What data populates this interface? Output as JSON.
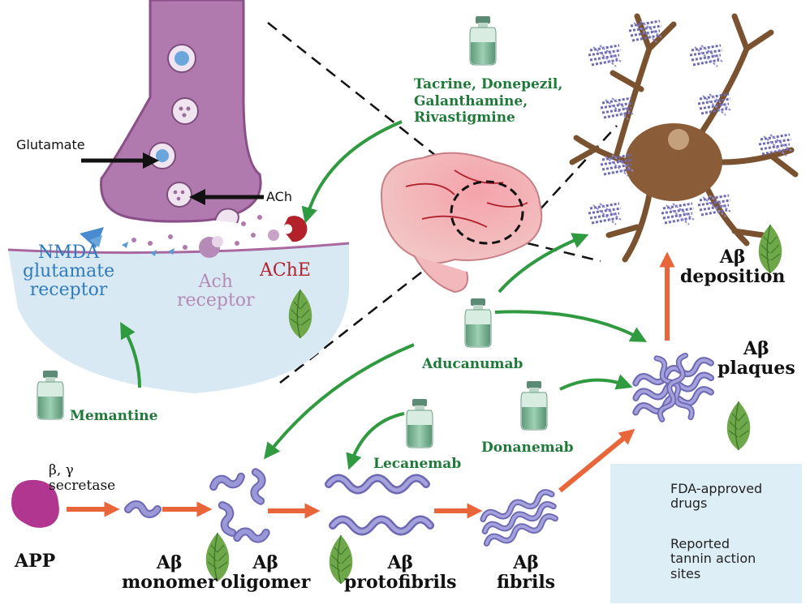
{
  "synapse": {
    "glutamate": "Glutamate",
    "ach": "ACh",
    "nmda_line1": "NMDA",
    "nmda_line2": "glutamate",
    "nmda_line3": "receptor",
    "ach_receptor_line1": "Ach",
    "ach_receptor_line2": "receptor",
    "ache": "AChE"
  },
  "drugs": {
    "ache_inhibitors_line1": "Tacrine, Donepezil,",
    "ache_inhibitors_line2": "Galanthamine,",
    "ache_inhibitors_line3": "Rivastigmine",
    "memantine": "Memantine",
    "aducanumab": "Aducanumab",
    "lecanemab": "Lecanemab",
    "donanemab": "Donanemab"
  },
  "pathway": {
    "secretase_line1": "β, γ",
    "secretase_line2": "secretase",
    "app": "APP",
    "monomer_line1": "Aβ",
    "monomer_line2": "monomer",
    "oligomer_line1": "Aβ",
    "oligomer_line2": "oligomer",
    "protofibrils_line1": "Aβ",
    "protofibrils_line2": "protofibrils",
    "fibrils_line1": "Aβ",
    "fibrils_line2": "fibrils",
    "plaques_line1": "Aβ",
    "plaques_line2": "plaques",
    "deposition_line1": "Aβ",
    "deposition_line2": "deposition"
  },
  "legend": {
    "fda_line1": "FDA-approved",
    "fda_line2": "drugs",
    "tannin_line1": "Reported",
    "tannin_line2": "tannin action",
    "tannin_line3": "sites"
  },
  "colors": {
    "drug_text": "#1f7a3a",
    "neuron_terminal": "#b07aae",
    "postsynaptic": "#d9e9f3",
    "nmda_text": "#2e7bbf",
    "ach_receptor_text": "#b58ab6",
    "ache_text": "#b3222b",
    "abeta": "#8a87c8",
    "arrow_orange": "#e8663a",
    "arrow_green": "#2f9a3f",
    "leaf": "#6fa84a",
    "neuron_body": "#7a5230"
  }
}
